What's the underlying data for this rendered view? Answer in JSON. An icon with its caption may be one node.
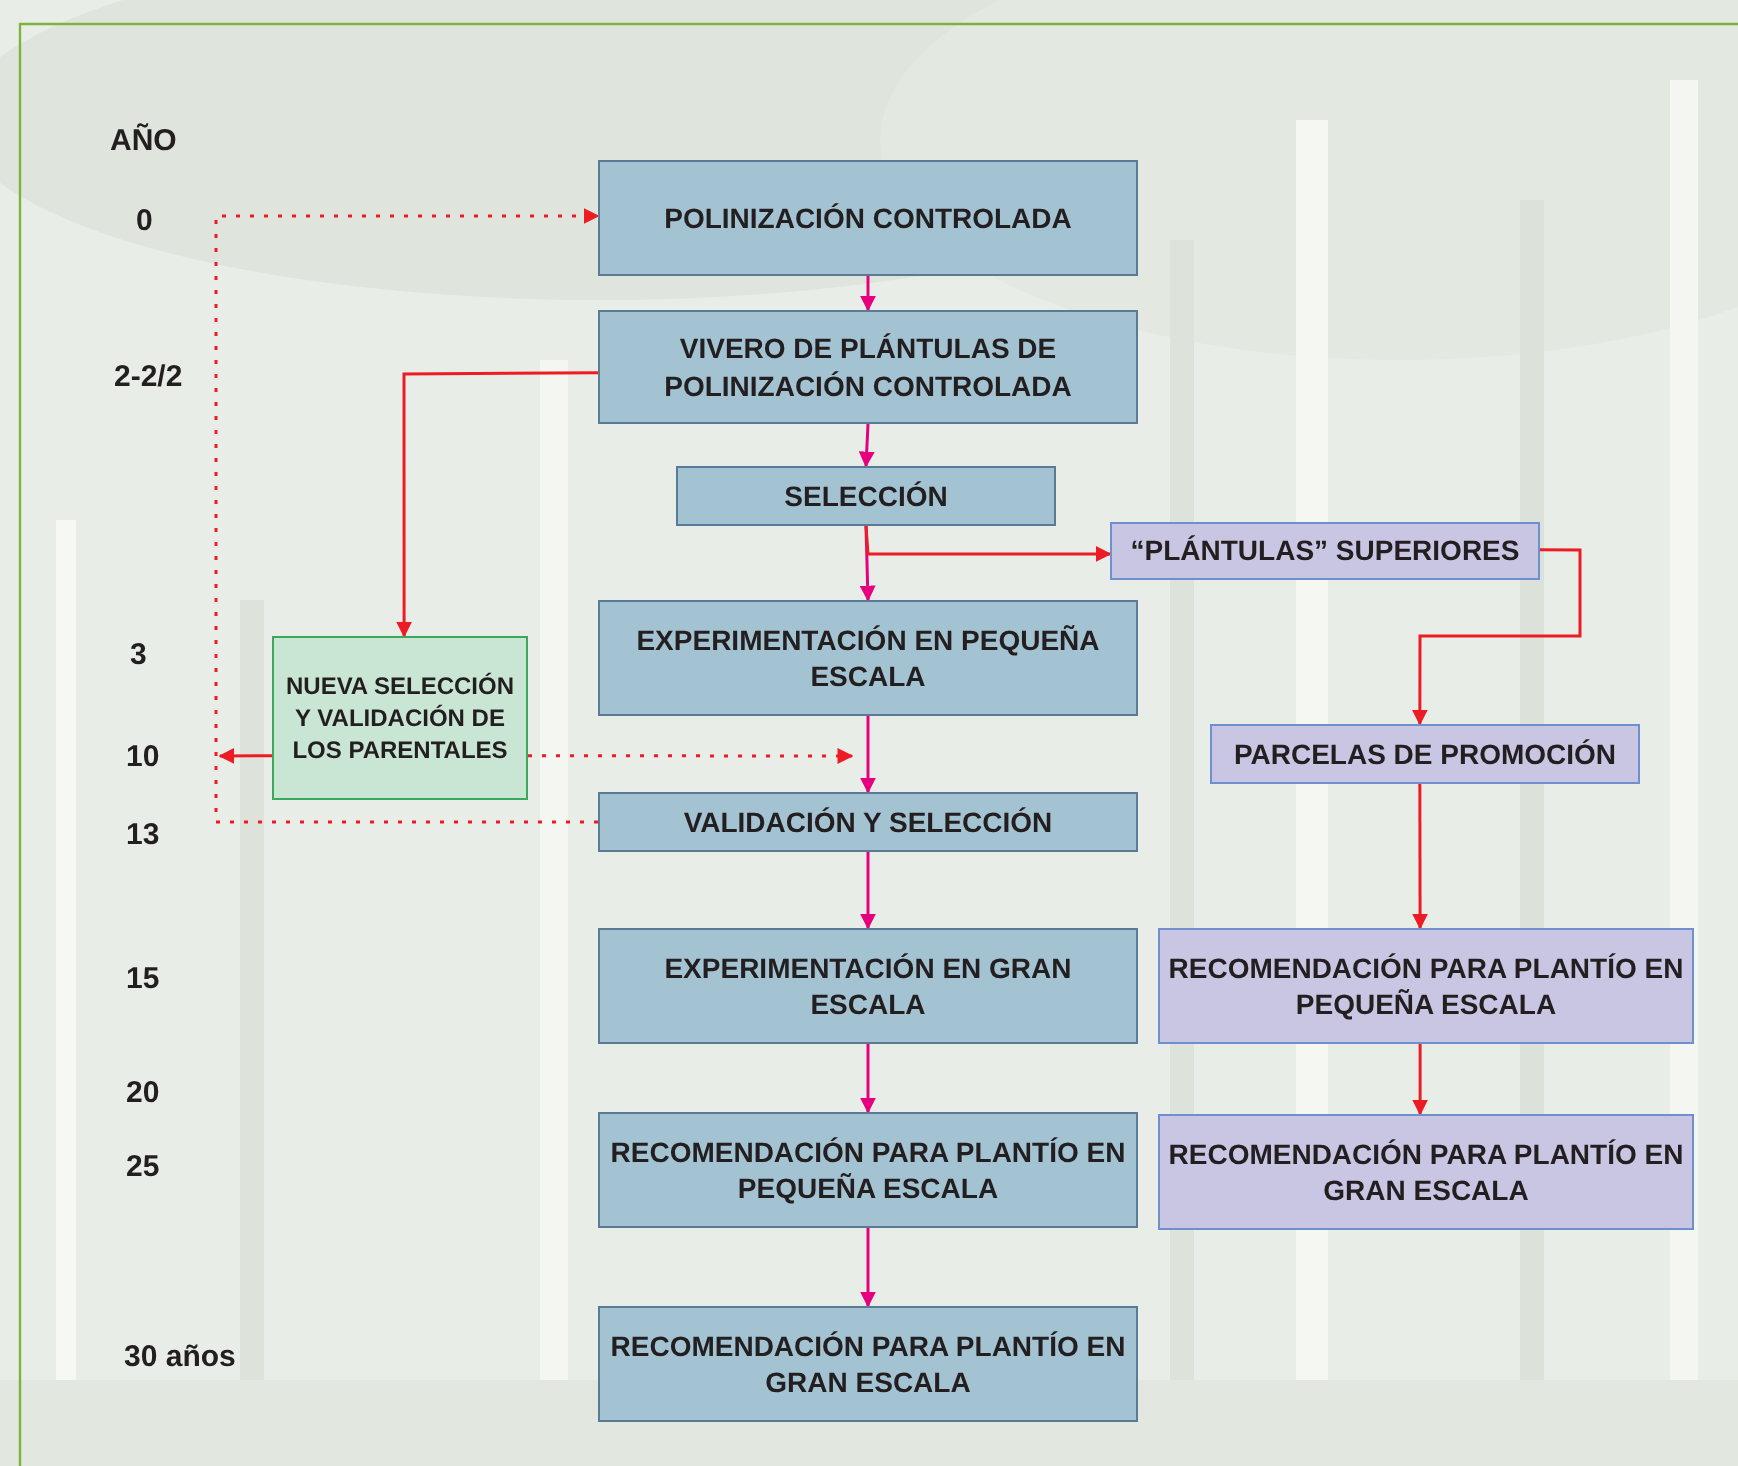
{
  "diagram": {
    "nodes": [
      {
        "text": [
          "POLINIZACIÓN CONTROLADA"
        ]
      },
      {
        "text": [
          "VIVERO DE PLÁNTULAS DE POLINIZACIÓN CONTROLADA"
        ]
      },
      {
        "text": [
          "SELECCIÓN"
        ]
      },
      {
        "text": [
          "“PLÁNTULAS” SUPERIORES"
        ]
      },
      {
        "text": [
          "NUEVA SELECCIÓN Y VALIDACIÓN DE LOS PARENTALES"
        ]
      },
      {
        "text": [
          "EXPERIMENTACIÓN EN PEQUEÑA ESCALA"
        ]
      },
      {
        "text": [
          "PARCELAS DE PROMOCIÓN"
        ]
      },
      {
        "text": [
          "VALIDACIÓN Y SELECCIÓN"
        ]
      },
      {
        "text": [
          "EXPERIMENTACIÓN EN GRAN ESCALA"
        ]
      },
      {
        "text": [
          "RECOMENDACIÓN PARA PLANTÍO EN PEQUEÑA ESCALA"
        ]
      },
      {
        "text": [
          "RECOMENDACIÓN PARA PLANTÍO EN PEQUEÑA ESCALA"
        ]
      },
      {
        "text": [
          "RECOMENDACIÓN PARA PLANTÍO EN GRAN ESCALA"
        ]
      },
      {
        "text": [
          "RECOMENDACIÓN PARA PLANTÍO EN GRAN ESCALA"
        ]
      }
    ],
    "edges": [
      {
        "from": 0,
        "to": 1,
        "arrow": "to",
        "color": "#e6007e"
      },
      {
        "from": 1,
        "to": 2,
        "arrow": "to",
        "color": "#e6007e"
      },
      {
        "from": 2,
        "to": 5,
        "arrow": "to",
        "color": "#e6007e"
      },
      {
        "from": 5,
        "to": 7,
        "arrow": "to",
        "color": "#e6007e"
      },
      {
        "from": 7,
        "to": 8,
        "arrow": "to",
        "color": "#e6007e"
      },
      {
        "from": 8,
        "to": 10,
        "arrow": "to",
        "color": "#e6007e"
      },
      {
        "from": 10,
        "to": 12,
        "arrow": "to",
        "color": "#e6007e"
      },
      {
        "from": 1,
        "to": 4,
        "arrow": "to"
      },
      {
        "from": 2,
        "to": 3,
        "arrow": "to"
      },
      {
        "from": 3,
        "to": 6,
        "arrow": "to"
      },
      {
        "from": 6,
        "to": 9,
        "arrow": "to"
      },
      {
        "from": 9,
        "to": 11,
        "arrow": "to"
      },
      {
        "from": 4,
        "to": null,
        "arrow": "to"
      },
      {
        "from": 4,
        "to": 7,
        "arrow": "to",
        "style": "dashed"
      },
      {
        "from": 7,
        "to": 0,
        "arrow": "to",
        "style": "dashed"
      }
    ],
    "labels": [
      "AÑO",
      "0",
      "2-2/2",
      "3",
      "10",
      "13",
      "15",
      "20",
      "25",
      "30 años"
    ]
  }
}
